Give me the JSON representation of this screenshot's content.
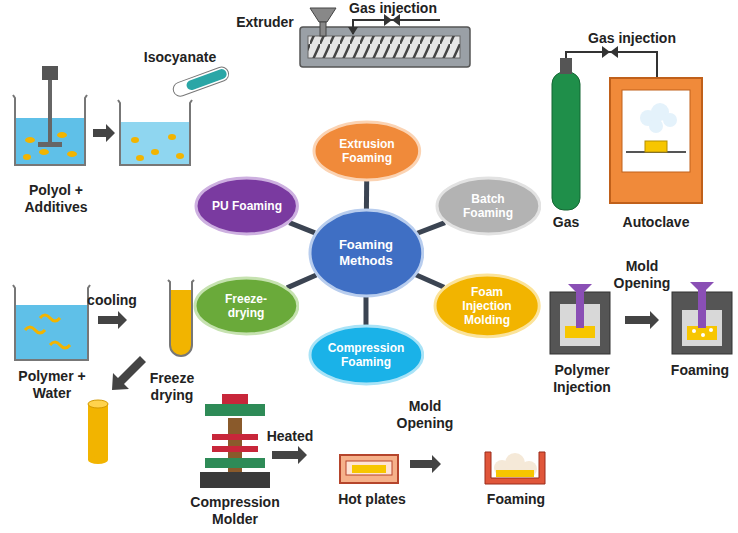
{
  "diagram": {
    "nodes": [
      {
        "text": [
          "Foaming Methods"
        ]
      },
      {
        "text": [
          "Extrusion Foaming"
        ]
      },
      {
        "text": [
          "Batch Foaming"
        ]
      },
      {
        "text": [
          "Foam Injection Molding"
        ]
      },
      {
        "text": [
          "Compression Foaming"
        ]
      },
      {
        "text": [
          "Freeze-drying"
        ]
      },
      {
        "text": [
          "PU Foaming"
        ]
      }
    ],
    "edges": [
      {
        "from": 0,
        "to": 1,
        "arrow": "none"
      },
      {
        "from": 0,
        "to": 2,
        "arrow": "none"
      },
      {
        "from": 0,
        "to": 3,
        "arrow": "none"
      },
      {
        "from": 0,
        "to": 4,
        "arrow": "none"
      },
      {
        "from": 0,
        "to": 5,
        "arrow": "none"
      },
      {
        "from": 0,
        "to": 6,
        "arrow": "none"
      }
    ],
    "labels": [
      "Extruder",
      "Gas injection",
      "Isocyanate",
      "Gas injection",
      "Polyol + Additives",
      "Gas",
      "Autoclave",
      "cooling",
      "Polymer + Water",
      "Freeze drying",
      "Mold Opening",
      "Polymer Injection",
      "Foaming",
      "Heated",
      "Mold Opening",
      "Compression Molder",
      "Hot plates",
      "Foaming"
    ]
  }
}
